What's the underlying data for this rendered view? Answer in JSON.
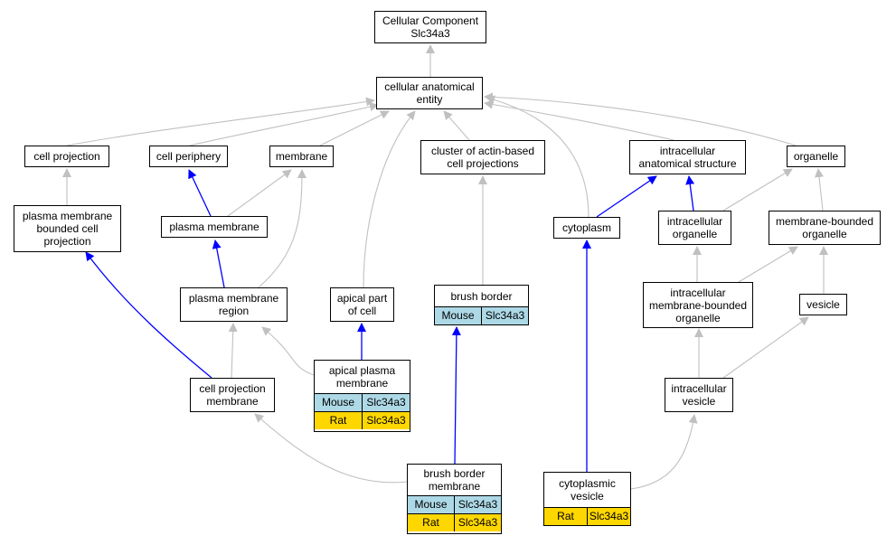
{
  "colors": {
    "is_a_edge": "#c0c0c0",
    "part_of_edge": "#0000ff",
    "mouse": "#add8e6",
    "rat": "#ffd700"
  },
  "nodes": {
    "root": "Cellular Component\nSlc34a3",
    "cae": "cellular anatomical\nentity",
    "cellproj": "cell projection",
    "cellper": "cell periphery",
    "membrane": "membrane",
    "cluster": "cluster of actin-based\ncell projections",
    "ias": "intracellular\nanatomical structure",
    "organelle": "organelle",
    "pmbcp": "plasma membrane\nbounded cell\nprojection",
    "pm": "plasma membrane",
    "cytoplasm": "cytoplasm",
    "icorg": "intracellular\norganelle",
    "mbo": "membrane-bounded\norganelle",
    "pmr": "plasma membrane\nregion",
    "apical": "apical part\nof cell",
    "bb": "brush border",
    "imbo": "intracellular\nmembrane-bounded\norganelle",
    "vesicle": "vesicle",
    "apm": "apical plasma\nmembrane",
    "cpm": "cell projection\nmembrane",
    "icv": "intracellular\nvesicle",
    "bbm": "brush border\nmembrane",
    "cytves": "cytoplasmic\nvesicle"
  },
  "annotations": {
    "bb": [
      {
        "species": "Mouse",
        "gene": "Slc34a3"
      }
    ],
    "apm": [
      {
        "species": "Mouse",
        "gene": "Slc34a3"
      },
      {
        "species": "Rat",
        "gene": "Slc34a3"
      }
    ],
    "bbm": [
      {
        "species": "Mouse",
        "gene": "Slc34a3"
      },
      {
        "species": "Rat",
        "gene": "Slc34a3"
      }
    ],
    "cytves": [
      {
        "species": "Rat",
        "gene": "Slc34a3"
      }
    ]
  }
}
